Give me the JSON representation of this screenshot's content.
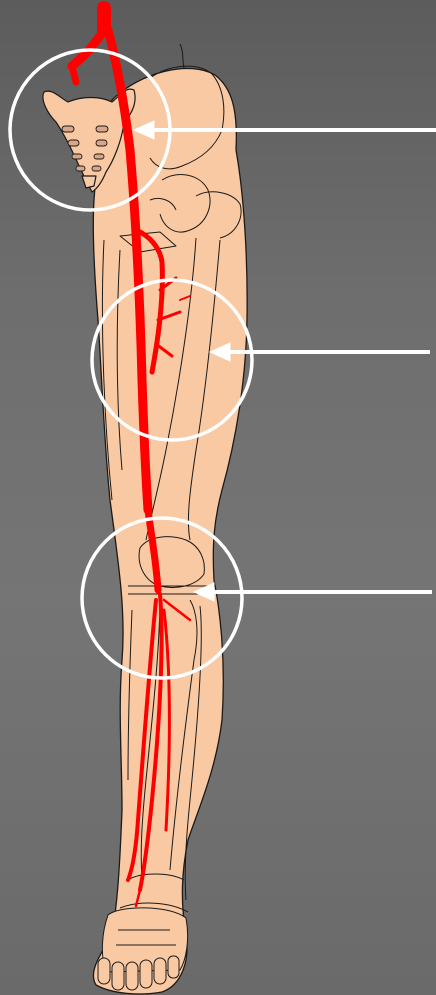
{
  "diagram": {
    "colors": {
      "background": "#6e6e6e",
      "skin": "#f9c9a3",
      "artery": "#ff0000",
      "outline": "#1a1a1a",
      "marker": "#ffffff"
    },
    "callouts": [
      {
        "id": "pelvis-callout",
        "region": "iliac"
      },
      {
        "id": "thigh-callout",
        "region": "femoral"
      },
      {
        "id": "knee-callout",
        "region": "popliteal"
      }
    ]
  }
}
